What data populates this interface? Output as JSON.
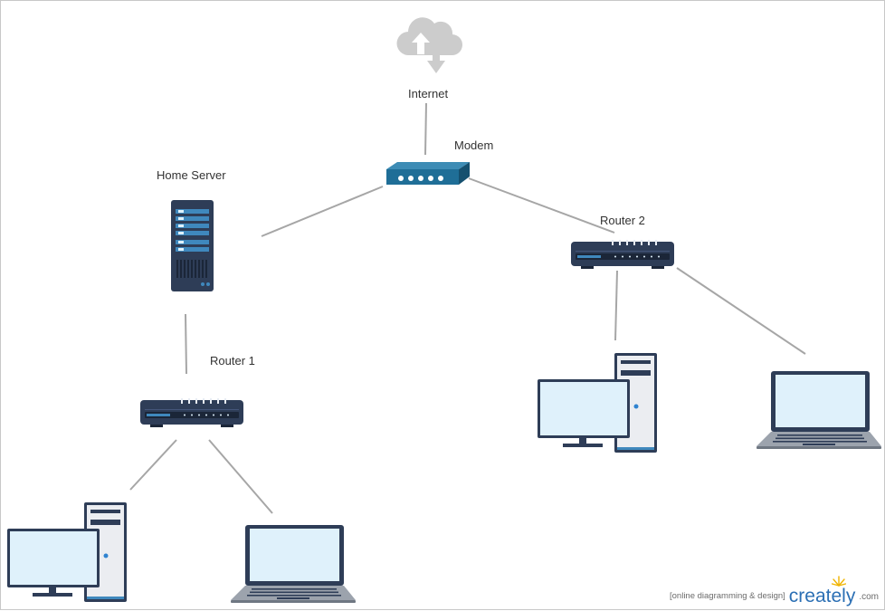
{
  "nodes": {
    "internet": {
      "label": "Internet"
    },
    "modem": {
      "label": "Modem"
    },
    "home_server": {
      "label": "Home Server"
    },
    "router1": {
      "label": "Router 1"
    },
    "router2": {
      "label": "Router 2"
    }
  },
  "connections": [
    [
      "internet",
      "modem"
    ],
    [
      "modem",
      "home_server"
    ],
    [
      "modem",
      "router2"
    ],
    [
      "home_server",
      "router1"
    ],
    [
      "router1",
      "desktop-1"
    ],
    [
      "router1",
      "laptop-1"
    ],
    [
      "router2",
      "desktop-2"
    ],
    [
      "router2",
      "laptop-2"
    ]
  ],
  "watermark": {
    "tagline": "[online diagramming & design]",
    "brand": "creately",
    "suffix": ".com"
  },
  "colors": {
    "wire": "#a6a6a6",
    "cloud": "#cccccc",
    "modem": "#1f6e97",
    "router": "#2e3d57",
    "screen": "#dff1fb",
    "brand": "#2b6fb4"
  }
}
